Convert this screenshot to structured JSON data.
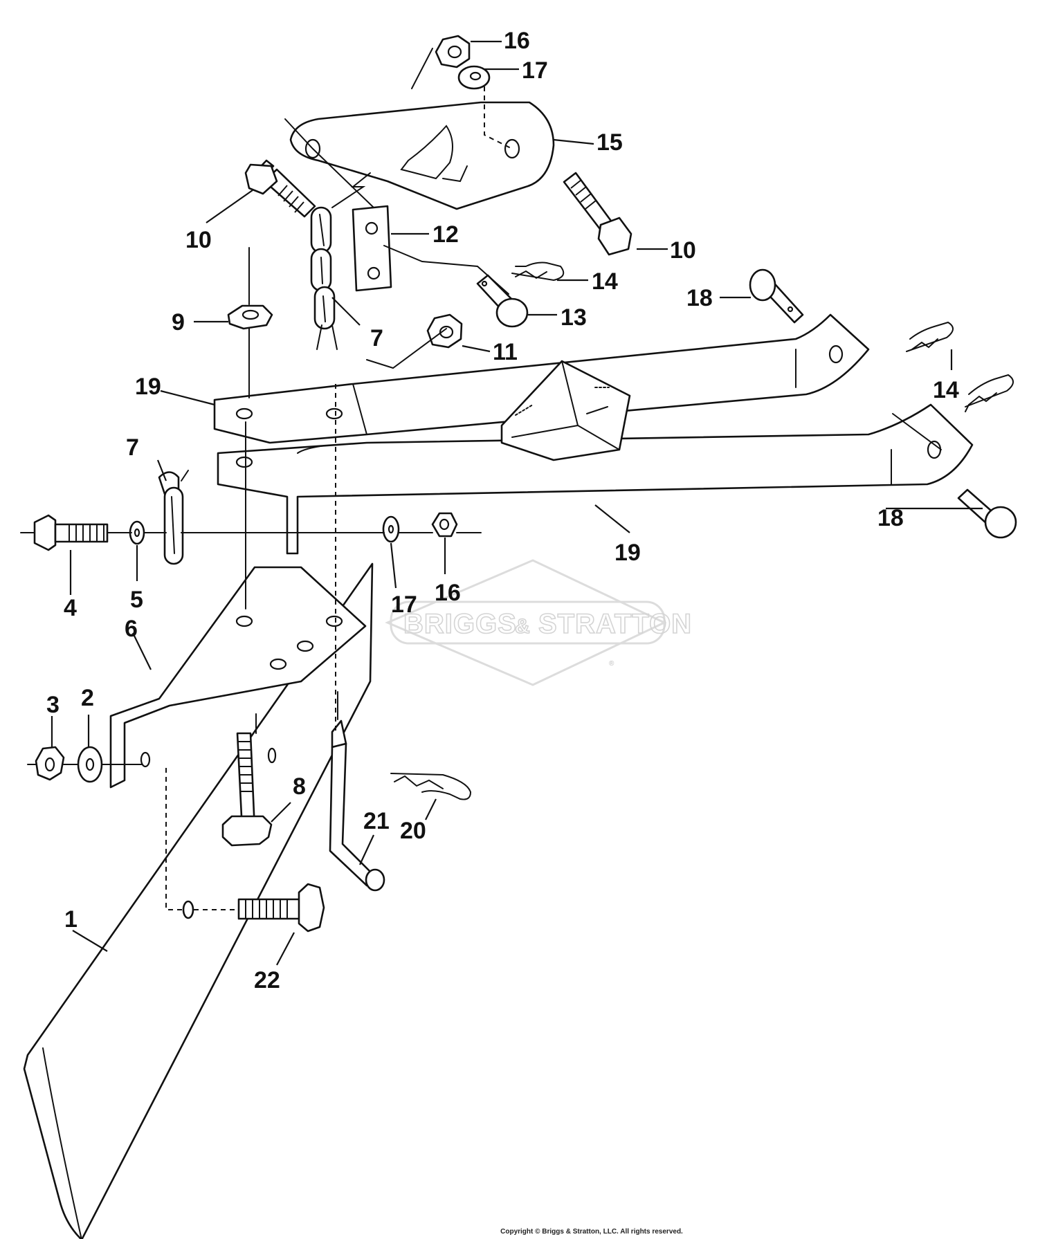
{
  "watermark": {
    "brand_left": "BRIGGS",
    "ampersand": "&",
    "brand_right": "STRATTON",
    "registered": "®"
  },
  "callouts": [
    "1",
    "2",
    "3",
    "4",
    "5",
    "6",
    "7",
    "7",
    "8",
    "9",
    "10",
    "10",
    "11",
    "12",
    "13",
    "14",
    "14",
    "15",
    "16",
    "16",
    "17",
    "17",
    "18",
    "18",
    "19",
    "19",
    "20",
    "21",
    "22"
  ],
  "copyright": "Copyright © Briggs & Stratton, LLC. All rights reserved."
}
